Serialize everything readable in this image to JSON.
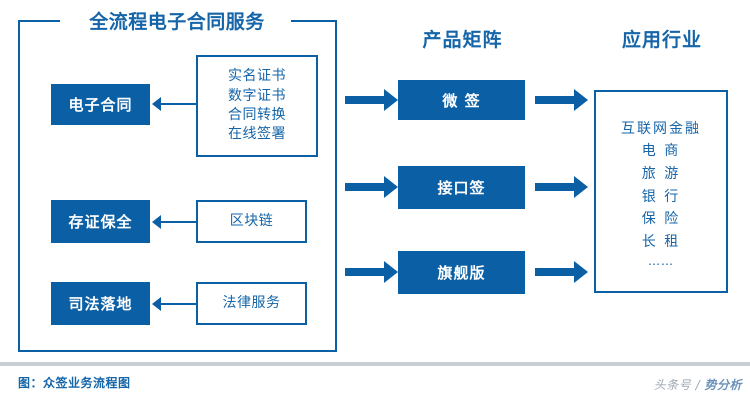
{
  "figure": {
    "group": {
      "title": "全流程电子合同服务",
      "rows": [
        {
          "service": "电子合同",
          "detail_lines": [
            "实名证书",
            "数字证书",
            "合同转换",
            "在线签署"
          ]
        },
        {
          "service": "存证保全",
          "detail_lines": [
            "区块链"
          ]
        },
        {
          "service": "司法落地",
          "detail_lines": [
            "法律服务"
          ]
        }
      ]
    },
    "columns": {
      "products_heading": "产品矩阵",
      "industries_heading": "应用行业"
    },
    "products": [
      {
        "label": "微 签"
      },
      {
        "label": "接口签"
      },
      {
        "label": "旗舰版"
      }
    ],
    "industries": [
      "互联网金融",
      "电 商",
      "旅 游",
      "银 行",
      "保 险",
      "长 租",
      "……"
    ],
    "footer": {
      "caption": "图：众签业务流程图",
      "watermark_prefix": "头条号 / ",
      "watermark_name": "势分析"
    },
    "colors": {
      "primary_blue": "#0b5fa5",
      "text_blue": "#1565a8",
      "rule_gray": "#c9ced4",
      "white": "#ffffff"
    }
  }
}
